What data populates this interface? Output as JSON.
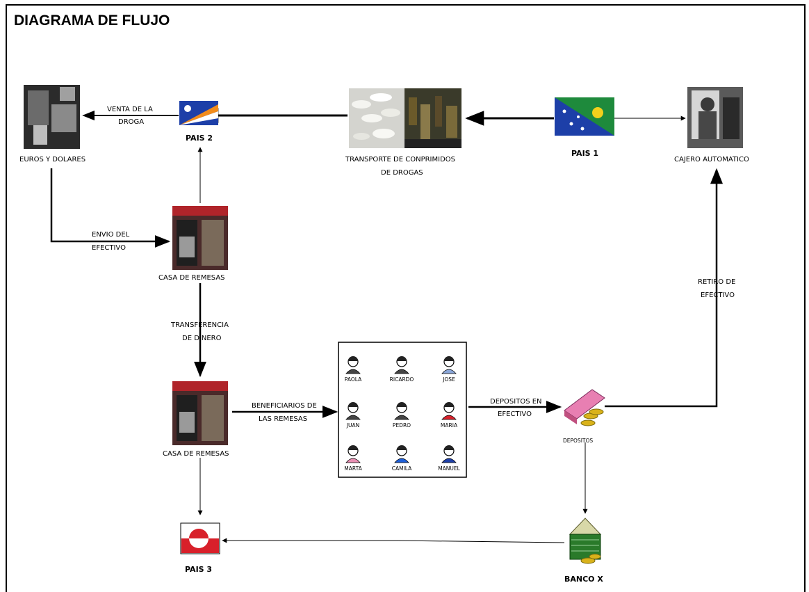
{
  "title": "DIAGRAMA DE FLUJO",
  "nodes": {
    "euros": "EUROS Y DOLARES",
    "pais2": "PAIS 2",
    "transporte": "TRANSPORTE DE CONPRIMIDOS",
    "transporte2": "DE DROGAS",
    "pais1": "PAIS 1",
    "cajero": "CAJERO AUTOMATICO",
    "casa1": "CASA DE REMESAS",
    "casa2": "CASA DE REMESAS",
    "pais3": "PAIS 3",
    "banco": "BANCO X",
    "deposit_icon": "DEPOSITOS"
  },
  "edges": {
    "venta_1": "VENTA DE LA",
    "venta_2": "DROGA",
    "envio_1": "ENVIO DEL",
    "envio_2": "EFECTIVO",
    "transf_1": "TRANSFERENCIA",
    "transf_2": "DE DINERO",
    "benef_1": "BENEFICIARIOS DE",
    "benef_2": "LAS REMESAS",
    "depos_1": "DEPOSITOS EN",
    "depos_2": "EFECTIVO",
    "retiro_1": "RETIRO DE",
    "retiro_2": "EFECTIVO"
  },
  "people": [
    "PAOLA",
    "RICARDO",
    "JOSE",
    "JUAN",
    "PEDRO",
    "MARIA",
    "MARTA",
    "CAMILA",
    "MANUEL"
  ],
  "colors": {
    "line": "#000000",
    "pais1_flag": "#1e8a3c",
    "pais2_flag": "#1d3fa8",
    "pais3_flag": "#d8202a",
    "icon_pink": "#e87fb2",
    "icon_gold": "#d9b21a"
  }
}
